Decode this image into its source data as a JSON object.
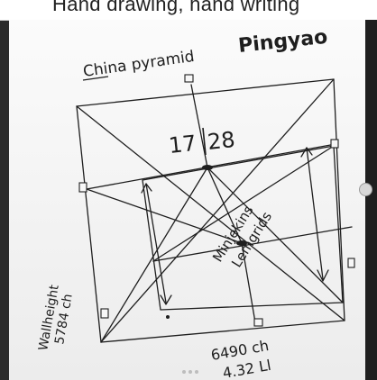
{
  "header": {
    "caption": "Hand drawing, hand writing"
  },
  "sketch": {
    "heading_left": "China pyramid",
    "heading_right": "Pingyao",
    "top_numbers": [
      "17",
      "28"
    ],
    "center_note": [
      "Minjekins",
      "Lemgrids"
    ],
    "left_note": [
      "Wallheight",
      "5784 ch"
    ],
    "bottom_note": [
      "6490 ch",
      "4.32 Ll"
    ]
  },
  "colors": {
    "ink": "#1e1e1e",
    "paper": "#f4f4f4"
  }
}
